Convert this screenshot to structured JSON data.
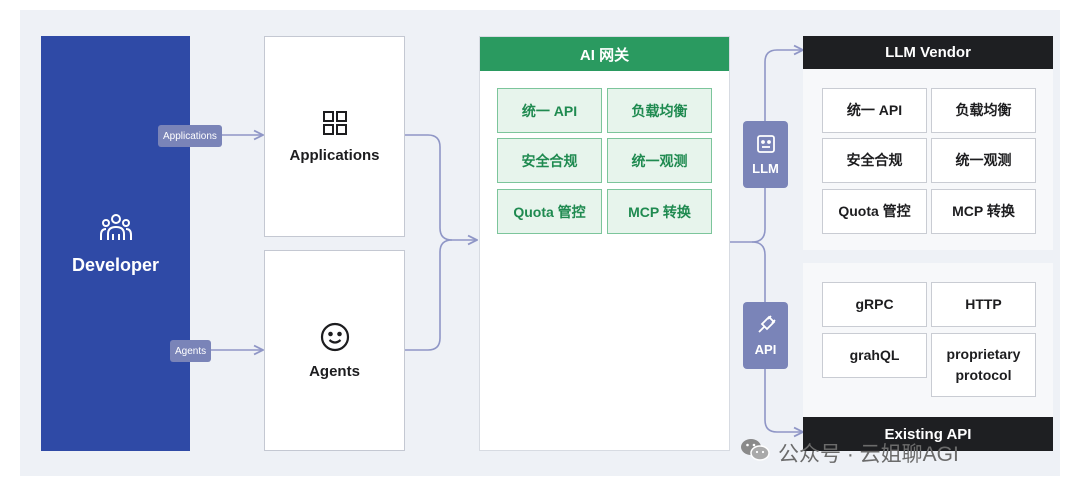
{
  "developer": {
    "label": "Developer",
    "icon": "users-icon"
  },
  "tags": {
    "applications": "Applications",
    "agents": "Agents"
  },
  "applications": {
    "label": "Applications",
    "icon": "grid-icon"
  },
  "agents": {
    "label": "Agents",
    "icon": "smile-icon"
  },
  "gateway": {
    "title": "AI 网关",
    "cells": [
      "统一 API",
      "负载均衡",
      "安全合规",
      "统一观测",
      "Quota 管控",
      "MCP 转换"
    ]
  },
  "badges": {
    "llm": "LLM",
    "api": "API"
  },
  "vendor": {
    "title": "LLM Vendor",
    "cells": [
      "统一 API",
      "负载均衡",
      "安全合规",
      "统一观测",
      "Quota 管控",
      "MCP 转换"
    ]
  },
  "existing": {
    "title": "Existing API",
    "cells": [
      "gRPC",
      "HTTP",
      "grahQL"
    ],
    "proprietary_line1": "proprietary",
    "proprietary_line2": "protocol"
  },
  "watermark": "公众号 · 云姐聊AGI",
  "colors": {
    "developer": "#2f4aa6",
    "gateway": "#2a9a60",
    "badge": "#7a84b8",
    "connector": "#8f96c6"
  }
}
